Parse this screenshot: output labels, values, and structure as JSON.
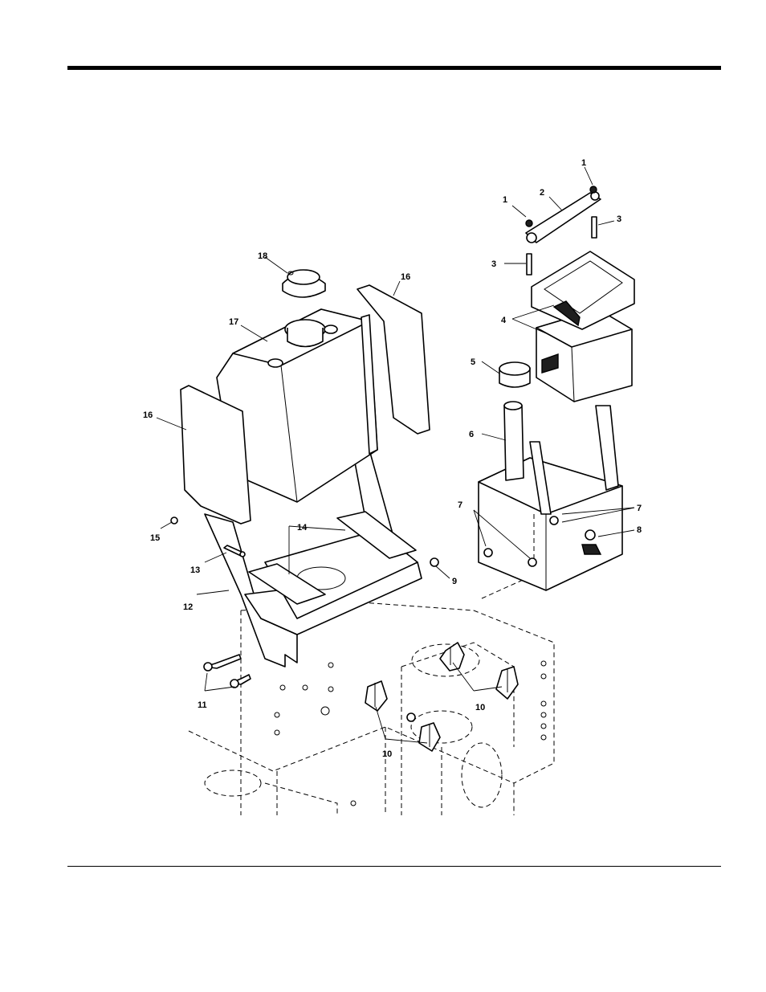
{
  "callouts": {
    "c1a": "1",
    "c1b": "1",
    "c2": "2",
    "c3a": "3",
    "c3b": "3",
    "c4": "4",
    "c5": "5",
    "c6": "6",
    "c7a": "7",
    "c7b": "7",
    "c8": "8",
    "c9": "9",
    "c10a": "10",
    "c10b": "10",
    "c11": "11",
    "c12": "12",
    "c13": "13",
    "c14": "14",
    "c15": "15",
    "c16a": "16",
    "c16b": "16",
    "c17": "17",
    "c18": "18"
  }
}
